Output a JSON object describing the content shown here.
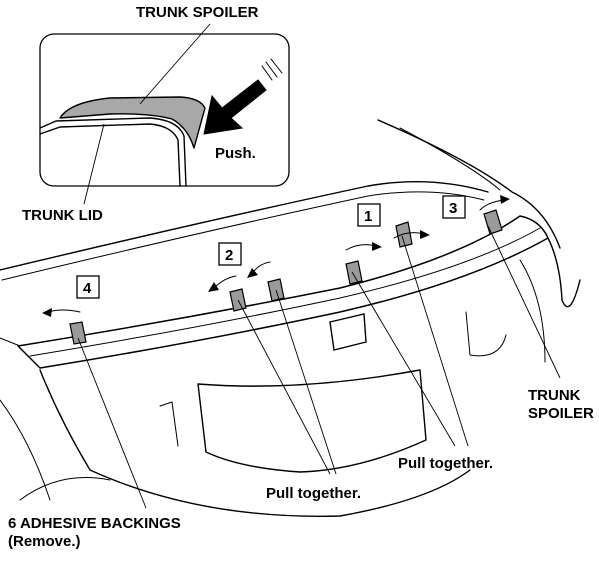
{
  "labels": {
    "inset_spoiler": "TRUNK SPOILER",
    "inset_push": "Push.",
    "trunk_lid": "TRUNK LID",
    "spoiler_line1": "TRUNK",
    "spoiler_line2": "SPOILER",
    "pull_together_right": "Pull together.",
    "pull_together_left": "Pull together.",
    "backings_line1": "6 ADHESIVE BACKINGS",
    "backings_line2": "(Remove.)"
  },
  "steps": [
    "1",
    "2",
    "3",
    "4"
  ],
  "colors": {
    "ink": "#000000",
    "tab_fill": "#9a9a9a",
    "spoiler_fill": "#a8a8a8",
    "background": "#ffffff"
  },
  "icons": {
    "push_arrow": "bold-arrow-down-left-icon",
    "pull_arrow": "curved-arrow-icon"
  }
}
